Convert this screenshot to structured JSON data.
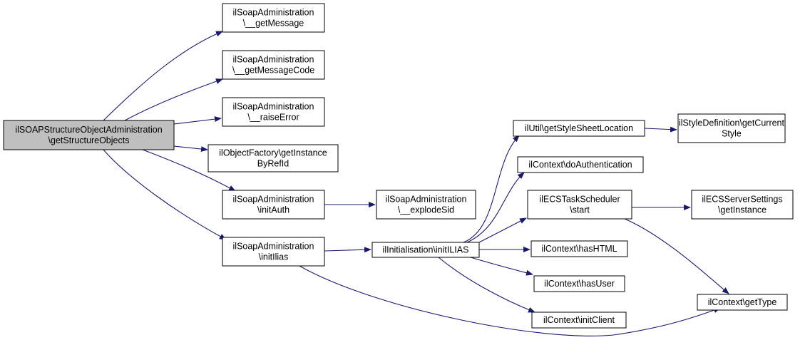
{
  "colors": {
    "edge": "#191970",
    "node_fill": "#ffffff",
    "root_fill": "#bfbfbf",
    "border": "#000000"
  },
  "nodes": [
    {
      "id": "root",
      "lines": [
        "ilSOAPStructureObjectAdministration",
        "\\getStructureObjects"
      ],
      "highlight": true
    },
    {
      "id": "getMessage",
      "lines": [
        "ilSoapAdministration",
        "\\__getMessage"
      ]
    },
    {
      "id": "getMessageCode",
      "lines": [
        "ilSoapAdministration",
        "\\__getMessageCode"
      ]
    },
    {
      "id": "raiseError",
      "lines": [
        "ilSoapAdministration",
        "\\__raiseError"
      ]
    },
    {
      "id": "getInstanceByRefId",
      "lines": [
        "ilObjectFactory\\getInstance",
        "ByRefId"
      ]
    },
    {
      "id": "initAuth",
      "lines": [
        "ilSoapAdministration",
        "\\initAuth"
      ]
    },
    {
      "id": "initIlias",
      "lines": [
        "ilSoapAdministration",
        "\\initIlias"
      ]
    },
    {
      "id": "explodeSid",
      "lines": [
        "ilSoapAdministration",
        "\\__explodeSid"
      ]
    },
    {
      "id": "initILIAS",
      "lines": [
        "ilInitialisation\\initILIAS"
      ]
    },
    {
      "id": "getStyleSheetLocation",
      "lines": [
        "ilUtil\\getStyleSheetLocation"
      ]
    },
    {
      "id": "doAuthentication",
      "lines": [
        "ilContext\\doAuthentication"
      ]
    },
    {
      "id": "ecsStart",
      "lines": [
        "ilECSTaskScheduler",
        "\\start"
      ]
    },
    {
      "id": "hasHTML",
      "lines": [
        "ilContext\\hasHTML"
      ]
    },
    {
      "id": "hasUser",
      "lines": [
        "ilContext\\hasUser"
      ]
    },
    {
      "id": "initClient",
      "lines": [
        "ilContext\\initClient"
      ]
    },
    {
      "id": "getCurrentStyle",
      "lines": [
        "ilStyleDefinition\\getCurrent",
        "Style"
      ]
    },
    {
      "id": "ecsGetInstance",
      "lines": [
        "ilECSServerSettings",
        "\\getInstance"
      ]
    },
    {
      "id": "getType",
      "lines": [
        "ilContext\\getType"
      ]
    }
  ],
  "edges": [
    [
      "root",
      "getMessage"
    ],
    [
      "root",
      "getMessageCode"
    ],
    [
      "root",
      "raiseError"
    ],
    [
      "root",
      "getInstanceByRefId"
    ],
    [
      "root",
      "initAuth"
    ],
    [
      "root",
      "initIlias"
    ],
    [
      "initAuth",
      "explodeSid"
    ],
    [
      "initIlias",
      "initILIAS"
    ],
    [
      "initIlias",
      "getType"
    ],
    [
      "initILIAS",
      "getStyleSheetLocation"
    ],
    [
      "initILIAS",
      "doAuthentication"
    ],
    [
      "initILIAS",
      "ecsStart"
    ],
    [
      "initILIAS",
      "hasHTML"
    ],
    [
      "initILIAS",
      "hasUser"
    ],
    [
      "initILIAS",
      "initClient"
    ],
    [
      "getStyleSheetLocation",
      "getCurrentStyle"
    ],
    [
      "ecsStart",
      "ecsGetInstance"
    ],
    [
      "ecsStart",
      "getType"
    ]
  ]
}
